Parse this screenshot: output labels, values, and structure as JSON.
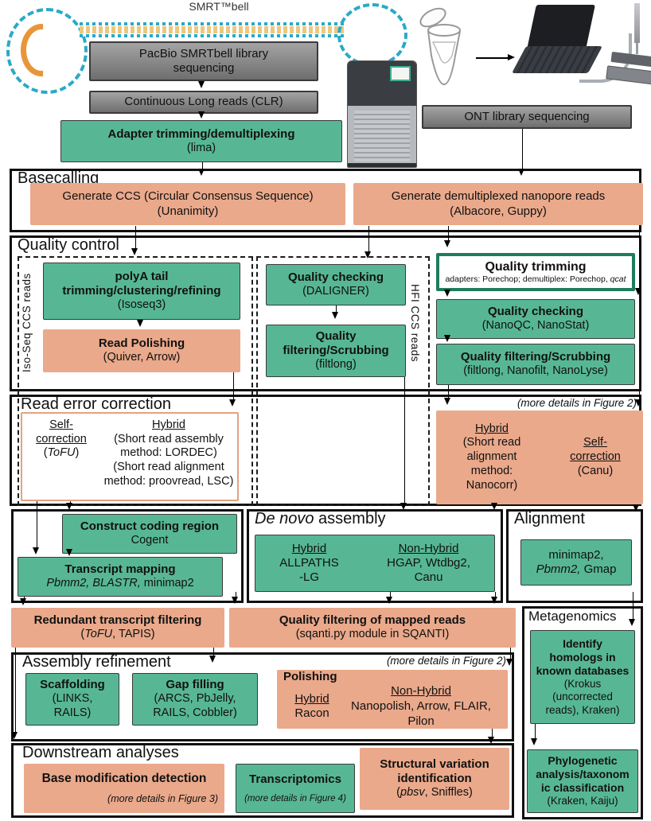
{
  "colors": {
    "green": "#57b795",
    "salmon": "#eaa98b",
    "gray_box": "#8d8d8d",
    "teal": "#2aa9c8",
    "orange": "#e8953a",
    "trim_border_green": "#1f7c5c"
  },
  "top": {
    "smrtbell_label": "SMRT™bell",
    "pacbio_seq": "PacBio SMRTbell library\nsequencing",
    "clr": "Continuous Long reads (CLR)",
    "lima_title": "Adapter trimming/demultiplexing",
    "lima_tools": "(lima)",
    "ont_seq": "ONT library sequencing"
  },
  "basecalling": {
    "title": "Basecalling",
    "ccs_title": "Generate CCS (Circular Consensus Sequence)",
    "ccs_tools": "(Unanimity)",
    "nanopore_title": "Generate demultiplexed nanopore reads",
    "nanopore_tools": "(Albacore, Guppy)"
  },
  "qc": {
    "title": "Quality control",
    "isoseq_lane_label": "Iso-Seq CCS reads",
    "hfi_lane_label": "HFI CCS reads",
    "polya_title": "polyA tail\ntrimming/clustering/refining",
    "polya_tools": "(Isoseq3)",
    "polish_title": "Read Polishing",
    "polish_tools": "(Quiver, Arrow)",
    "check_mid_title": "Quality checking",
    "check_mid_tools": "(DALIGNER)",
    "filter_mid_title": "Quality\nfiltering/Scrubbing",
    "filter_mid_tools": "(filtlong)",
    "trim_title": "Quality trimming",
    "trim_note_prefix": "adapters: Porechop; demultiplex: Porechop, ",
    "trim_note_italic": "qcat",
    "check_right_title": "Quality checking",
    "check_right_tools": "(NanoQC, NanoStat)",
    "filter_right_title": "Quality filtering/Scrubbing",
    "filter_right_tools": "(filtlong, Nanofilt, NanoLyse)"
  },
  "rec": {
    "title": "Read error correction",
    "more_details": "(more details in Figure 2)",
    "pb_self_label": "Self-\ncorrection",
    "pb_self_open": "(",
    "pb_self_it": "ToFU",
    "pb_self_close": ")",
    "pb_hybrid_label": "Hybrid",
    "pb_hybrid_text": "(Short read assembly\nmethod: LORDEC)\n(Short read alignment\nmethod: proovread, LSC)",
    "ont_hybrid_label": "Hybrid",
    "ont_hybrid_text": "(Short read\nalignment\nmethod:\nNanocorr)",
    "ont_self_label": "Self-\ncorrection",
    "ont_self_tools": "(Canu)"
  },
  "transcript": {
    "construct_title": "Construct coding region",
    "construct_tools": "Cogent",
    "mapping_title": "Transcript mapping",
    "mapping_tools_it": "Pbmm2, BLASTR,",
    "mapping_tools_rest": " minimap2"
  },
  "denovo": {
    "title_it": "De novo",
    "title_rest": " assembly",
    "hybrid_label": "Hybrid",
    "hybrid_tools": "ALLPATHS\n-LG",
    "nonhybrid_label": "Non-Hybrid",
    "nonhybrid_tools": "HGAP, Wtdbg2,\nCanu"
  },
  "alignment": {
    "title": "Alignment",
    "tools_line1": "minimap2,",
    "tools_it": "Pbmm2,",
    "tools_rest": " Gmap"
  },
  "row4": {
    "redundant_title": "Redundant transcript filtering",
    "redundant_open": "(",
    "redundant_it": "ToFU",
    "redundant_rest": ", TAPIS)",
    "mapped_title": "Quality filtering of mapped reads",
    "mapped_tools": "(sqanti.py module in SQANTI)"
  },
  "meta": {
    "title": "Metagenomics",
    "homologs_title": "Identify\nhomologs in\nknown databases",
    "homologs_tools": "(Krokus\n(uncorrected\nreads), Kraken)",
    "phylo_title": "Phylogenetic\nanalysis/taxonom\nic classification",
    "phylo_tools": "(Kraken, Kaiju)"
  },
  "ar": {
    "title": "Assembly refinement",
    "more_details": "(more details in Figure 2)",
    "scaffolding_title": "Scaffolding",
    "scaffolding_tools": "(LINKS,\nRAILS)",
    "gapfill_title": "Gap filling",
    "gapfill_tools": "(ARCS, PbJelly,\nRAILS, Cobbler)",
    "polishing_title": "Polishing",
    "pol_hybrid_label": "Hybrid",
    "pol_hybrid_tools": "Racon",
    "pol_nonhybrid_label": "Non-Hybrid",
    "pol_nonhybrid_tools": "Nanopolish, Arrow, FLAIR,\nPilon"
  },
  "ds": {
    "title": "Downstream analyses",
    "basemod_title": "Base modification detection",
    "basemod_note": "(more details in Figure 3)",
    "transcriptomics_title": "Transcriptomics",
    "transcriptomics_note": "(more details in Figure 4)",
    "sv_title": "Structural variation\nidentification",
    "sv_open": "(",
    "sv_it": "pbsv",
    "sv_rest": ", Sniffles)"
  }
}
